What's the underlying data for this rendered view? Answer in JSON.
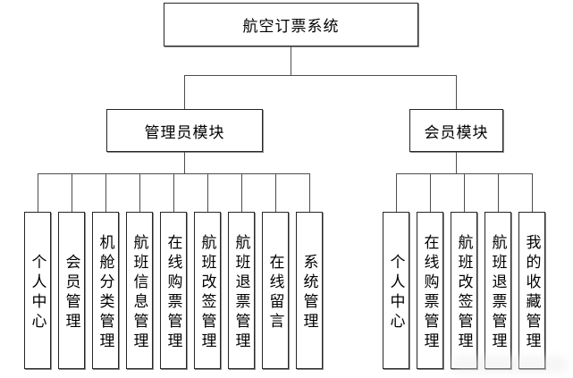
{
  "chart": {
    "type": "org-tree-diagram",
    "root": {
      "label": "航空订票系统"
    },
    "groups": [
      {
        "label": "管理员模块",
        "children": [
          "个人中心",
          "会员管理",
          "机舱分类管理",
          "航班信息管理",
          "在线购票管理",
          "航班改签管理",
          "航班退票管理",
          "在线留言",
          "系统管理"
        ]
      },
      {
        "label": "会员模块",
        "children": [
          "个人中心",
          "在线购票管理",
          "航班改签管理",
          "航班退票管理",
          "我的收藏管理"
        ]
      }
    ]
  },
  "colors": {
    "background": "#ffffff",
    "box_border": "#262626",
    "box_shadow": "#8c8c8c",
    "connector_line": "#4d4d4d",
    "text": "#000000"
  }
}
